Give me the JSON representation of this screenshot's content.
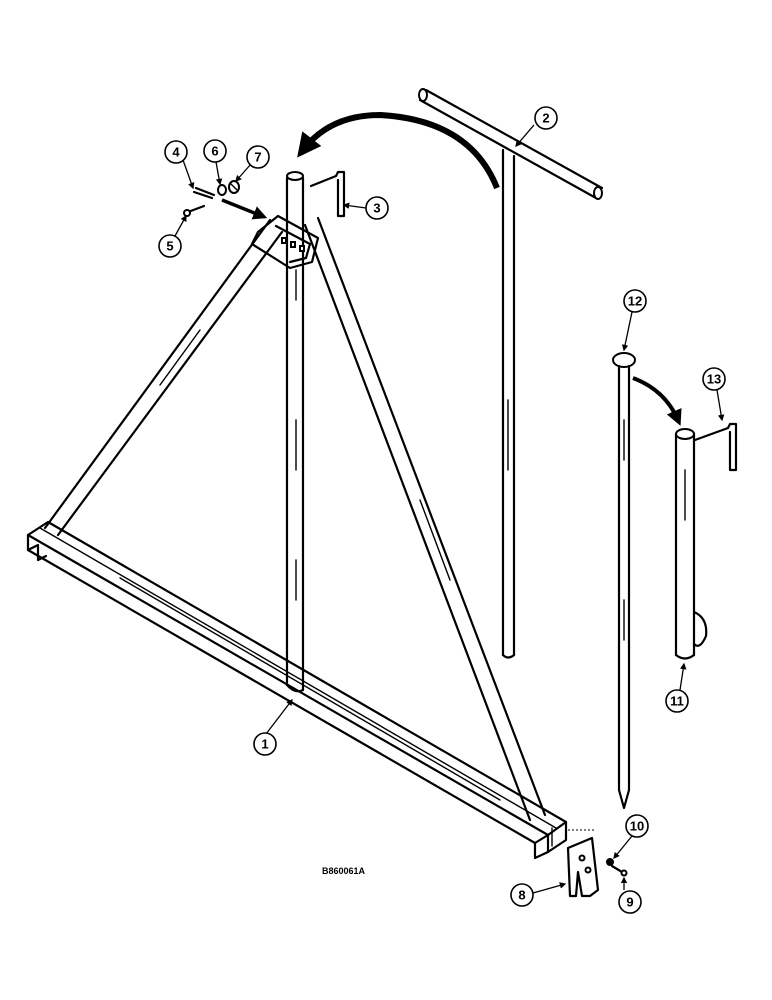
{
  "figure_code": "B860061A",
  "callouts": [
    "1",
    "2",
    "3",
    "4",
    "5",
    "6",
    "7",
    "8",
    "9",
    "10",
    "11",
    "12",
    "13"
  ]
}
